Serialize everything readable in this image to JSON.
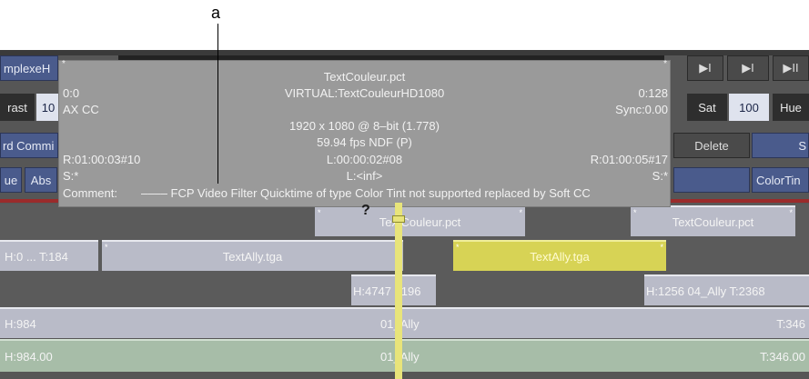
{
  "callout": "a",
  "toolbar": {
    "row1": {
      "sequence_tab": "mplexeH",
      "btn_next": "▶I",
      "btn_step": "▶I",
      "btn_play": "▶II"
    },
    "row2": {
      "contrast_label": "rast",
      "contrast_value": "10",
      "sat_label": "Sat",
      "sat_value": "100",
      "hue_label": "Hue"
    },
    "row3": {
      "commit_button": "rd Commi",
      "delete_button": "Delete",
      "right_button": "S"
    },
    "row4": {
      "hue_button": "ue",
      "abs_button": "Abs",
      "colortint_button": "ColorTin"
    }
  },
  "overlay": {
    "filename": "TextCouleur.pct",
    "in_frame": "0:0",
    "virtual": "VIRTUAL:TextCouleurHD1080",
    "out_frame": "0:128",
    "ax": "AX CC",
    "sync": "Sync:0.00",
    "resolution": "1920 x 1080 @ 8–bit (1.778)",
    "fps": "59.94 fps NDF (P)",
    "record_in": "R:01:00:03#10",
    "length": "L:00:00:02#08",
    "record_out": "R:01:00:05#17",
    "source_left": "S:*",
    "length_inf": "L:<inf>",
    "source_right": "S:*",
    "comment_label": "Comment:",
    "comment_text": "–––– FCP Video Filter Quicktime of type Color Tint not supported replaced by Soft CC",
    "corner_star": "*"
  },
  "tracks": {
    "t1": {
      "clip_a": "TextCouleur.pct",
      "clip_b": "TextCouleur.pct"
    },
    "t2": {
      "clip_left": "H:0     ... T:184",
      "clip_mid": "TextAlly.tga",
      "clip_yel": "TextAlly.tga"
    },
    "t3": {
      "clip_a": "H:4747 3196",
      "clip_b": "H:1256  04_Ally  T:2368"
    },
    "t4": {
      "left": "H:984",
      "mid": "01_Ally",
      "right": "T:346"
    },
    "t5": {
      "left": "H:984.00",
      "mid": "01_Ally",
      "right": "T:346.00"
    }
  },
  "playhead_marker": "?",
  "colors": {
    "accent_blue": "#4a5b8c",
    "clip_grey": "#b9bbc8",
    "clip_yellow": "#d7d355",
    "clip_green": "#a7bda8",
    "playhead": "#e8e47a"
  }
}
